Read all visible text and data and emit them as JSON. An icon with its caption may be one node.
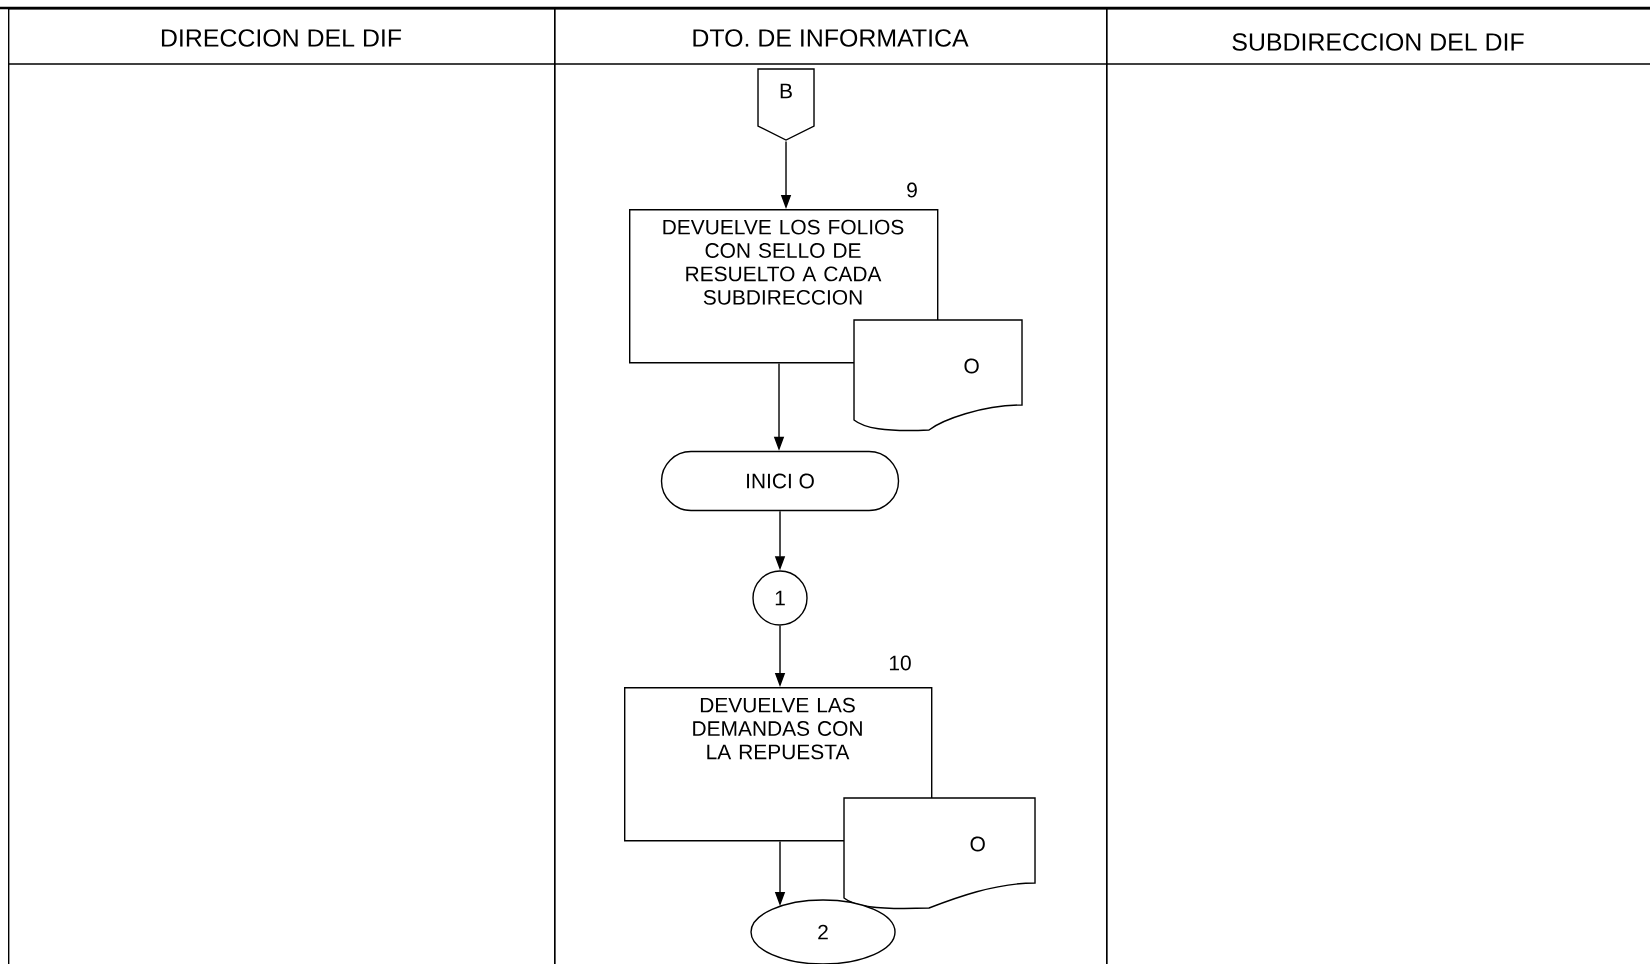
{
  "diagram": {
    "nodes": [
      {
        "text": [
          "DIRECCION DEL DIF"
        ]
      },
      {
        "text": [
          "DTO. DE INFORMATICA"
        ]
      },
      {
        "text": [
          "SUBDIRECCION DEL DIF"
        ]
      },
      {
        "text": [
          "B"
        ],
        "in": 1
      },
      {
        "text": [
          "DEVUELVE LOS FOLIOS CON SELLO DE RESUELTO A CADA SUBDIRECCION"
        ],
        "beside": [
          "9"
        ],
        "in": 1
      },
      {
        "text": [
          "O"
        ],
        "in": 1
      },
      {
        "text": [
          "INICI O"
        ],
        "in": 1
      },
      {
        "text": [
          "1"
        ],
        "in": 1
      },
      {
        "text": [
          "DEVUELVE LAS DEMANDAS CON LA REPUESTA"
        ],
        "beside": [
          "10"
        ],
        "in": 1
      },
      {
        "text": [
          "O"
        ],
        "in": 1
      },
      {
        "text": [
          "2"
        ],
        "in": 1
      }
    ],
    "edges": [
      {
        "from": 3,
        "to": 4,
        "arrow": "to"
      },
      {
        "from": 4,
        "to": 6,
        "arrow": "to"
      },
      {
        "from": 6,
        "to": 7,
        "arrow": "to"
      },
      {
        "from": 7,
        "to": 8,
        "arrow": "to"
      },
      {
        "from": 8,
        "to": 10,
        "arrow": "to"
      }
    ]
  }
}
